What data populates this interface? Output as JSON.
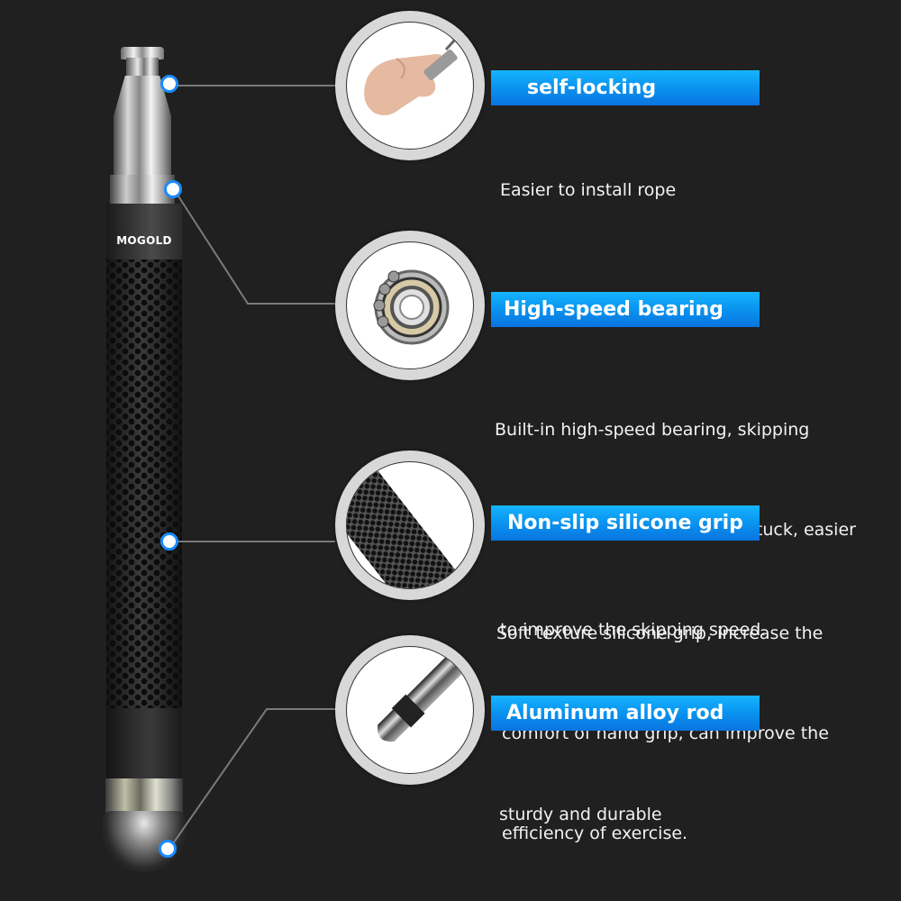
{
  "product": {
    "brand": "MOGOLD"
  },
  "colors": {
    "background": "#202020",
    "banner_blue": "#0a96f0",
    "dot_ring": "#1a8cff",
    "connector_line": "#7a7a7a"
  },
  "features": [
    {
      "title": "self-locking",
      "image_icon": "hand-holding-handle-tip",
      "description_lines": [
        "Easier to install rope"
      ]
    },
    {
      "title": "High-speed bearing",
      "image_icon": "ball-bearing",
      "description_lines": [
        "Built-in high-speed bearing, skipping",
        "movement is not easy to get stuck, easier",
        " to improve the skipping speed."
      ]
    },
    {
      "title": "Non-slip silicone grip",
      "image_icon": "perforated-grip-texture",
      "description_lines": [
        "Soft texture silicone grip, increase the",
        " comfort of hand grip, can improve the",
        " efficiency of exercise."
      ]
    },
    {
      "title": "Aluminum alloy rod",
      "image_icon": "aluminum-rod-end",
      "description_lines": [
        "sturdy and durable"
      ]
    }
  ]
}
